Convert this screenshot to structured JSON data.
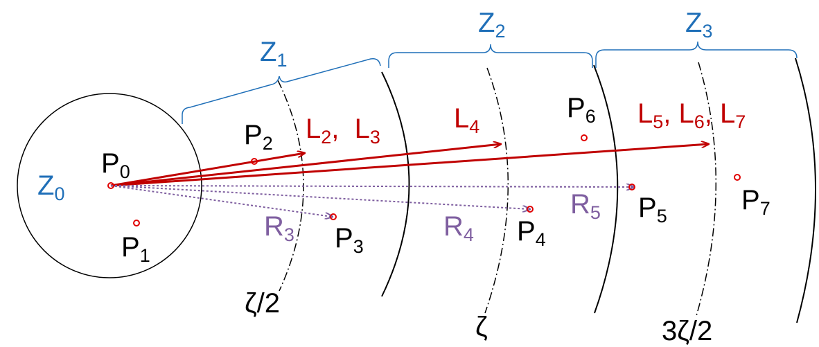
{
  "zones": {
    "z0": {
      "base": "Z",
      "sub": "0"
    },
    "z1": {
      "base": "Z",
      "sub": "1"
    },
    "z2": {
      "base": "Z",
      "sub": "2"
    },
    "z3": {
      "base": "Z",
      "sub": "3"
    }
  },
  "points": {
    "p0": {
      "base": "P",
      "sub": "0"
    },
    "p1": {
      "base": "P",
      "sub": "1"
    },
    "p2": {
      "base": "P",
      "sub": "2"
    },
    "p3": {
      "base": "P",
      "sub": "3"
    },
    "p4": {
      "base": "P",
      "sub": "4"
    },
    "p5": {
      "base": "P",
      "sub": "5"
    },
    "p6": {
      "base": "P",
      "sub": "6"
    },
    "p7": {
      "base": "P",
      "sub": "7"
    }
  },
  "l_labels": {
    "l23": {
      "a": "L",
      "a_sub": "2",
      "sep": ",  ",
      "b": "L",
      "b_sub": "3"
    },
    "l4": {
      "base": "L",
      "sub": "4"
    },
    "l567": {
      "a": "L",
      "a_sub": "5",
      "sep1": ", ",
      "b": "L",
      "b_sub": "6",
      "sep2": ", ",
      "c": "L",
      "c_sub": "7"
    }
  },
  "r_labels": {
    "r3": {
      "base": "R",
      "sub": "3"
    },
    "r4": {
      "base": "R",
      "sub": "4"
    },
    "r5": {
      "base": "R",
      "sub": "5"
    }
  },
  "scale_labels": {
    "half_zeta": "ζ/2",
    "zeta": "ζ",
    "three_half_zeta": "3ζ/2"
  },
  "colors": {
    "zone_labels": "#1F6FB8",
    "l_arrows": "#C00000",
    "r_arrows": "#7F5FA0",
    "lines": "#000000"
  }
}
